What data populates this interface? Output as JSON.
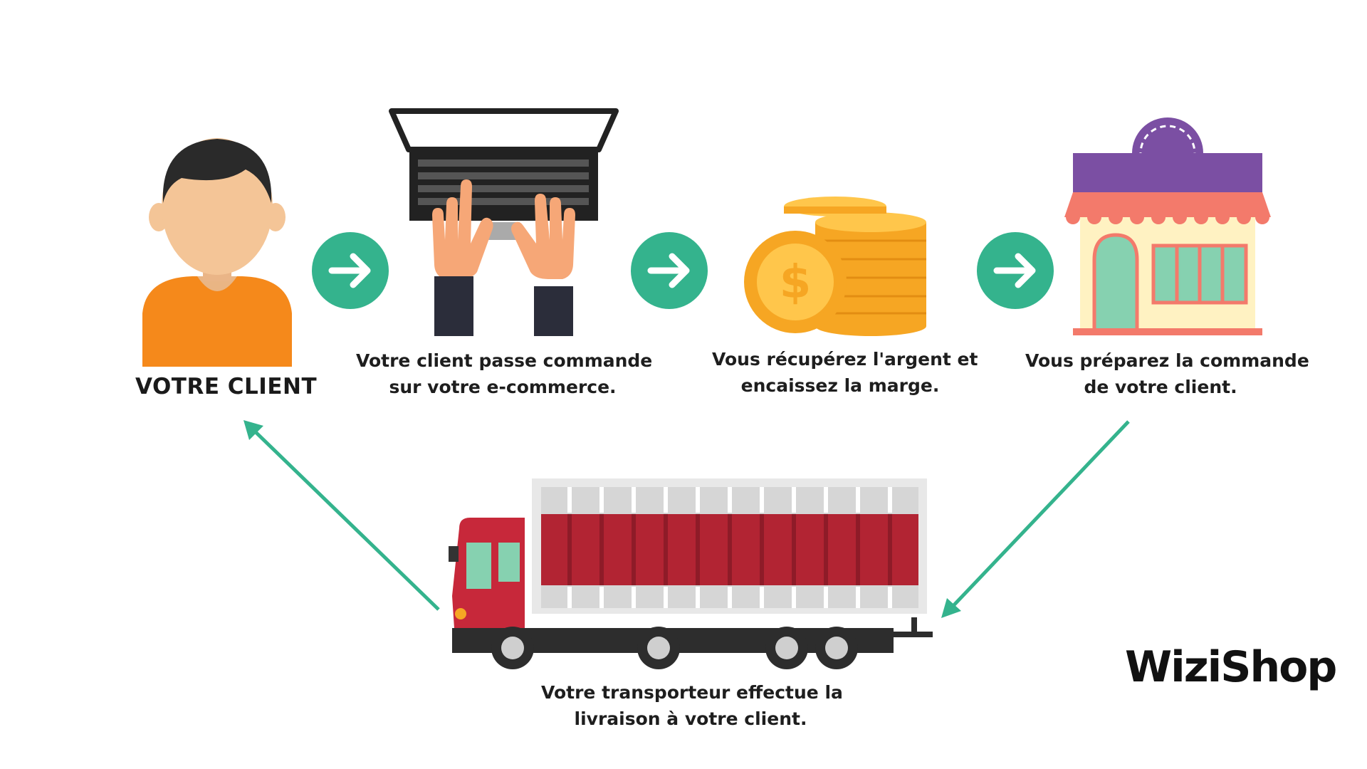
{
  "client": {
    "label": "VOTRE CLIENT",
    "shirt_color": "#f5891b",
    "skin_color": "#f4c597",
    "hair_color": "#2a2a2a"
  },
  "steps": [
    {
      "lines": [
        "Votre client passe commande",
        "sur votre e-commerce."
      ]
    },
    {
      "lines": [
        "Vous récupérez l'argent et",
        "encaissez la marge."
      ]
    },
    {
      "lines": [
        "Vous préparez la commande",
        "de votre client."
      ]
    }
  ],
  "delivery": {
    "lines": [
      "Votre transporteur effectue la",
      "livraison à votre client."
    ]
  },
  "brand": {
    "name": "WiziShop"
  },
  "colors": {
    "accent": "#34b38d",
    "coin": "#f6a623",
    "shop_roof": "#7b4fa3",
    "awning": "#f37a6b",
    "truck_red": "#b22433"
  }
}
